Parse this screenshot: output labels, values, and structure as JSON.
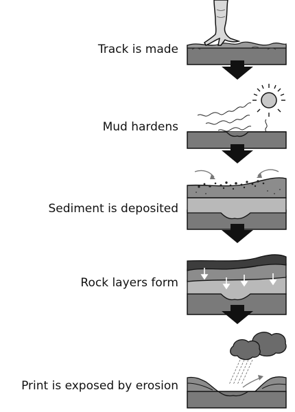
{
  "steps": [
    {
      "label": "Track is made"
    },
    {
      "label": "Mud hardens"
    },
    {
      "label": "Sediment is deposited"
    },
    {
      "label": "Rock layers form"
    },
    {
      "label": "Print is exposed by erosion"
    }
  ],
  "colors": {
    "ground": "#7a7a7a",
    "ground_dark": "#5a5a5a",
    "surface": "#9a9a9a",
    "layer_light": "#b9b9b9",
    "layer_mid": "#8c8c8c",
    "layer_dark": "#3d3d3d",
    "outline": "#111111",
    "arrow": "#111111",
    "cloud": "#6b6b6b",
    "sun": "#c8c8c8"
  }
}
